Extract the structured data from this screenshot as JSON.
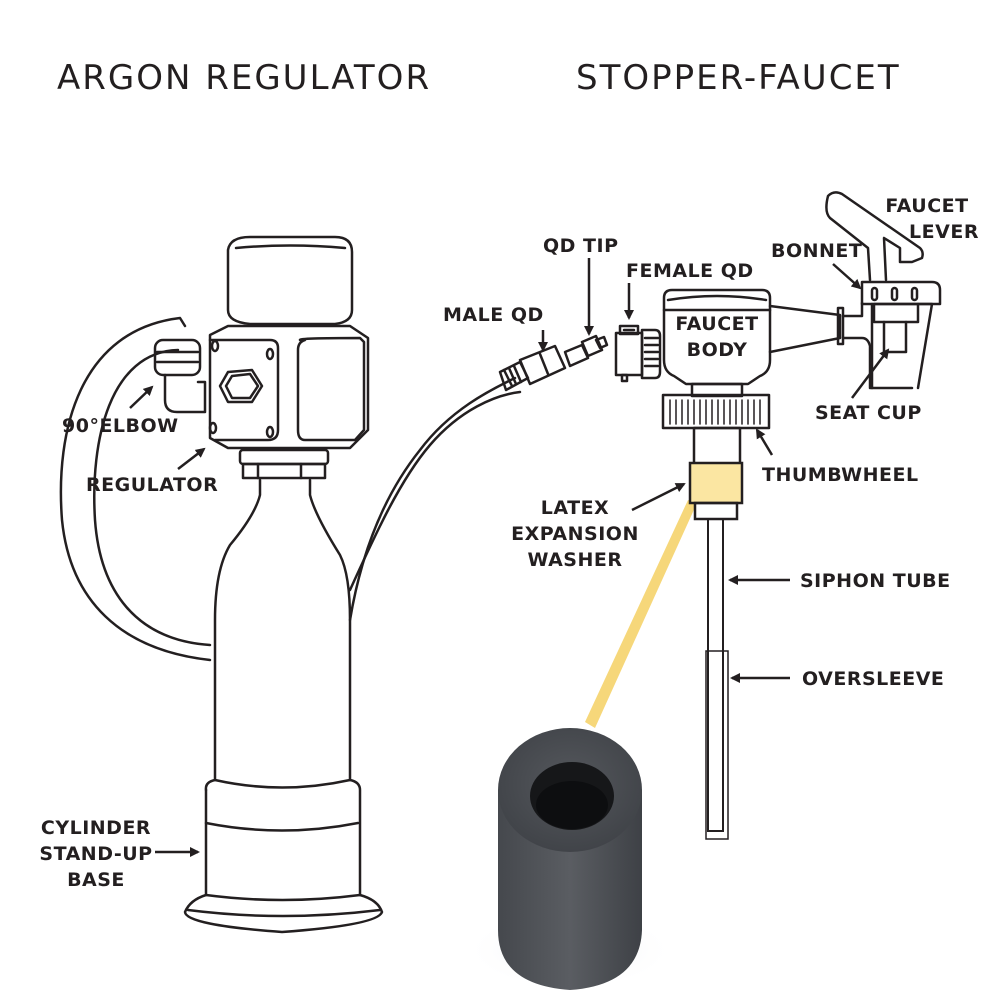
{
  "titles": {
    "left": "ARGON REGULATOR",
    "right": "STOPPER-FAUCET"
  },
  "labels": {
    "elbow": "90°ELBOW",
    "regulator": "REGULATOR",
    "base_line1": "CYLINDER",
    "base_line2": "STAND-UP",
    "base_line3": "BASE",
    "male_qd": "MALE QD",
    "qd_tip": "QD TIP",
    "female_qd": "FEMALE QD",
    "faucet_body_line1": "FAUCET",
    "faucet_body_line2": "BODY",
    "bonnet": "BONNET",
    "faucet_lever_line1": "FAUCET",
    "faucet_lever_line2": "LEVER",
    "seat_cup": "SEAT CUP",
    "thumbwheel": "THUMBWHEEL",
    "washer_line1": "LATEX",
    "washer_line2": "EXPANSION",
    "washer_line3": "WASHER",
    "siphon_tube": "SIPHON TUBE",
    "oversleeve": "OVERSLEEVE"
  },
  "colors": {
    "ink": "#231f20",
    "washer_highlight": "#fbe6a2",
    "pointer_beam": "#f6d77a",
    "foam": "#4a4d52"
  }
}
